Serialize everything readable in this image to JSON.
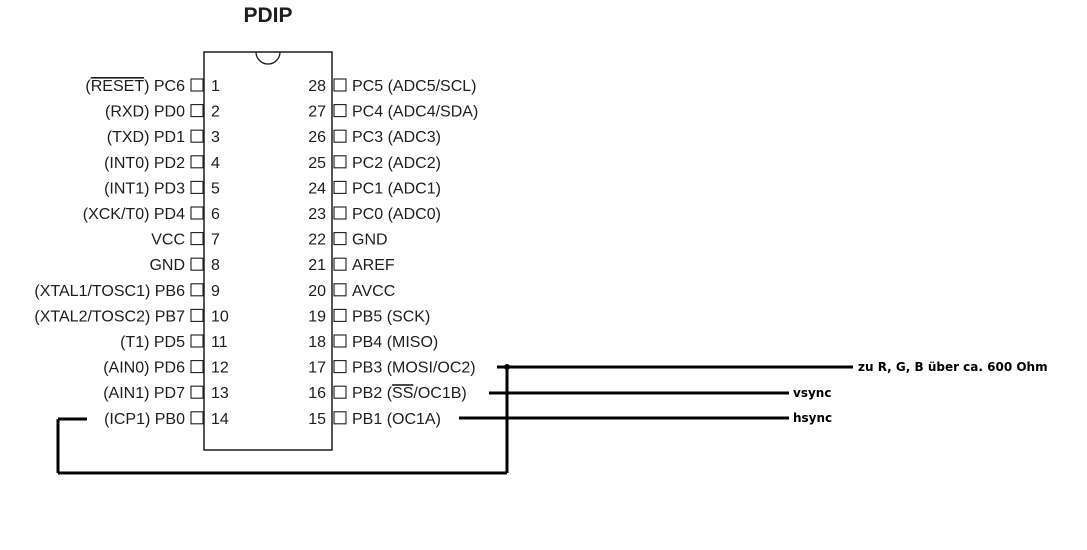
{
  "package": "PDIP",
  "pins_left": [
    {
      "num": "1",
      "name": "PC6",
      "alt": "RESET",
      "alt_overline": true
    },
    {
      "num": "2",
      "name": "PD0",
      "alt": "RXD"
    },
    {
      "num": "3",
      "name": "PD1",
      "alt": "TXD"
    },
    {
      "num": "4",
      "name": "PD2",
      "alt": "INT0"
    },
    {
      "num": "5",
      "name": "PD3",
      "alt": "INT1"
    },
    {
      "num": "6",
      "name": "PD4",
      "alt": "XCK/T0"
    },
    {
      "num": "7",
      "name": "VCC",
      "alt": ""
    },
    {
      "num": "8",
      "name": "GND",
      "alt": ""
    },
    {
      "num": "9",
      "name": "PB6",
      "alt": "XTAL1/TOSC1"
    },
    {
      "num": "10",
      "name": "PB7",
      "alt": "XTAL2/TOSC2"
    },
    {
      "num": "11",
      "name": "PD5",
      "alt": "T1"
    },
    {
      "num": "12",
      "name": "PD6",
      "alt": "AIN0"
    },
    {
      "num": "13",
      "name": "PD7",
      "alt": "AIN1"
    },
    {
      "num": "14",
      "name": "PB0",
      "alt": "ICP1"
    }
  ],
  "pins_right": [
    {
      "num": "28",
      "name": "PC5",
      "alt": "ADC5/SCL"
    },
    {
      "num": "27",
      "name": "PC4",
      "alt": "ADC4/SDA"
    },
    {
      "num": "26",
      "name": "PC3",
      "alt": "ADC3"
    },
    {
      "num": "25",
      "name": "PC2",
      "alt": "ADC2"
    },
    {
      "num": "24",
      "name": "PC1",
      "alt": "ADC1"
    },
    {
      "num": "23",
      "name": "PC0",
      "alt": "ADC0"
    },
    {
      "num": "22",
      "name": "GND",
      "alt": ""
    },
    {
      "num": "21",
      "name": "AREF",
      "alt": ""
    },
    {
      "num": "20",
      "name": "AVCC",
      "alt": ""
    },
    {
      "num": "19",
      "name": "PB5",
      "alt": "SCK"
    },
    {
      "num": "18",
      "name": "PB4",
      "alt": "MISO"
    },
    {
      "num": "17",
      "name": "PB3",
      "alt": "MOSI/OC2"
    },
    {
      "num": "16",
      "name": "PB2",
      "alt": "SS/OC1B",
      "alt_overline_part": "SS"
    },
    {
      "num": "15",
      "name": "PB1",
      "alt": "OC1A"
    }
  ],
  "connections": [
    {
      "pin": "17",
      "label": "zu R, G, B über ca. 600 Ohm"
    },
    {
      "pin": "16",
      "label": "vsync"
    },
    {
      "pin": "15",
      "label": "hsync"
    }
  ]
}
